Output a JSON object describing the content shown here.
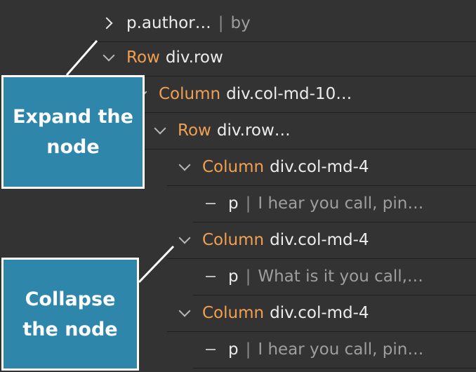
{
  "tree": {
    "rows": [
      {
        "toggle": "expand",
        "component": "",
        "tag": "p.author…",
        "text": "by"
      },
      {
        "toggle": "collapse",
        "component": "Row",
        "tag": "div.row",
        "text": ""
      },
      {
        "toggle": "collapse",
        "component": "Column",
        "tag": "div.col-md-10…",
        "text": ""
      },
      {
        "toggle": "collapse",
        "component": "Row",
        "tag": "div.row…",
        "text": ""
      },
      {
        "toggle": "collapse",
        "component": "Column",
        "tag": "div.col-md-4",
        "text": ""
      },
      {
        "toggle": "leaf",
        "component": "",
        "tag": "p",
        "text": "I hear you call, pin…"
      },
      {
        "toggle": "collapse",
        "component": "Column",
        "tag": "div.col-md-4",
        "text": ""
      },
      {
        "toggle": "leaf",
        "component": "",
        "tag": "p",
        "text": "What is it you call,…"
      },
      {
        "toggle": "collapse",
        "component": "Column",
        "tag": "div.col-md-4",
        "text": ""
      },
      {
        "toggle": "leaf",
        "component": "",
        "tag": "p",
        "text": "I hear you call, pin…"
      }
    ]
  },
  "callouts": {
    "expand": "Expand the\nnode",
    "collapse": "Collapse\nthe node"
  },
  "colors": {
    "background": "#333333",
    "component": "#f0a052",
    "callout": "#2e86ab"
  }
}
